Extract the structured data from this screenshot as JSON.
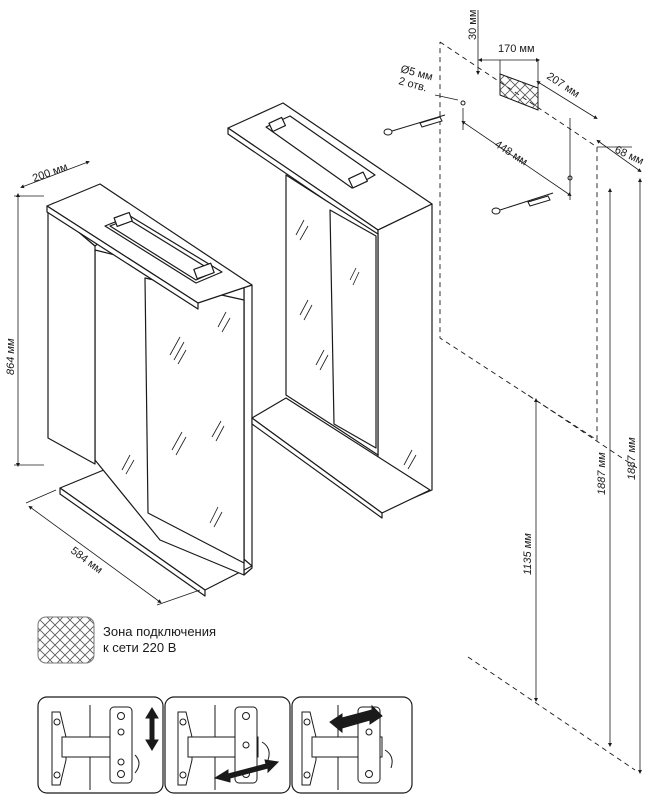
{
  "dimensions": {
    "depth": "200 мм",
    "height": "864 мм",
    "width": "584 мм",
    "hole_diameter": "Ø5 мм",
    "hole_count": "2 отв.",
    "zone_top_offset": "30 мм",
    "zone_width": "170 мм",
    "zone_side_offset": "207 мм",
    "holes_spacing": "448 мм",
    "wall_side_offset": "68 мм",
    "floor_to_cabinet": "1135 мм",
    "floor_to_holes_a": "1887 мм",
    "floor_to_holes_b": "1887 мм"
  },
  "legend": {
    "line1": "Зона подключения",
    "line2": "к сети 220 В"
  },
  "colors": {
    "line": "#1a1a1a",
    "fill": "#ffffff",
    "hatch": "#555555"
  }
}
